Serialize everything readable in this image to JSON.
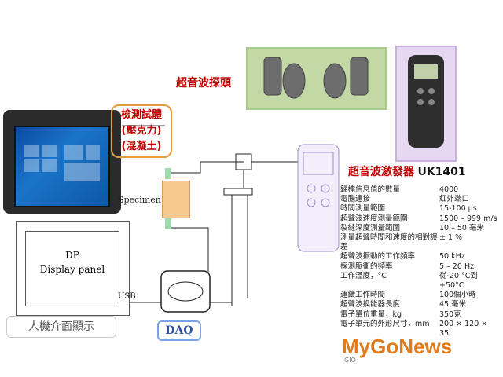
{
  "labels": {
    "probe_title": "超音波探頭",
    "specimen_box_lines": [
      "檢測試體",
      "(壓克力)",
      "(混凝土)"
    ],
    "specimen_text": "Specimen",
    "exciter_title": "超音波激發器",
    "exciter_model": "UK1401",
    "dp_title": "DP",
    "dp_subtitle": "Display panel",
    "usb": "USB",
    "daq": "DAQ",
    "hmi": "人機介面顯示",
    "logo": "MyGoNews",
    "logo_sub": "GIO"
  },
  "specs": [
    {
      "k": "歸檔信息值的數量",
      "v": "4000"
    },
    {
      "k": "電腦連接",
      "v": "紅外端口"
    },
    {
      "k": "時間測量範圍",
      "v": "15-100 μs"
    },
    {
      "k": "超聲波速度測量範圍",
      "v": "1500 – 999 m/s"
    },
    {
      "k": "裂縫深度測量範圍",
      "v": "10 – 50 毫米"
    },
    {
      "k": "測量超聲時間和速度的相對誤差",
      "v": "± 1 %"
    },
    {
      "k": "超聲波振動的工作頻率",
      "v": "50 kHz"
    },
    {
      "k": "探測脈衝的頻率",
      "v": "5 – 20 Hz"
    },
    {
      "k": "工作溫度，°C",
      "v": "從-20 °C到 +50°C"
    },
    {
      "k": "連續工作時間",
      "v": "100個小時"
    },
    {
      "k": "超聲波換能器長度",
      "v": "45 毫米"
    },
    {
      "k": "電子單位重量，kg",
      "v": "350克"
    },
    {
      "k": "電子單元的外形尺寸，mm",
      "v": "200 × 120 × 35"
    }
  ],
  "colors": {
    "red_text": "#c00000",
    "orange_border": "#e39c3f",
    "specimen_fill": "#f7c98f",
    "daq_blue": "#2f4fa0",
    "logo_orange": "#e07a1a"
  }
}
